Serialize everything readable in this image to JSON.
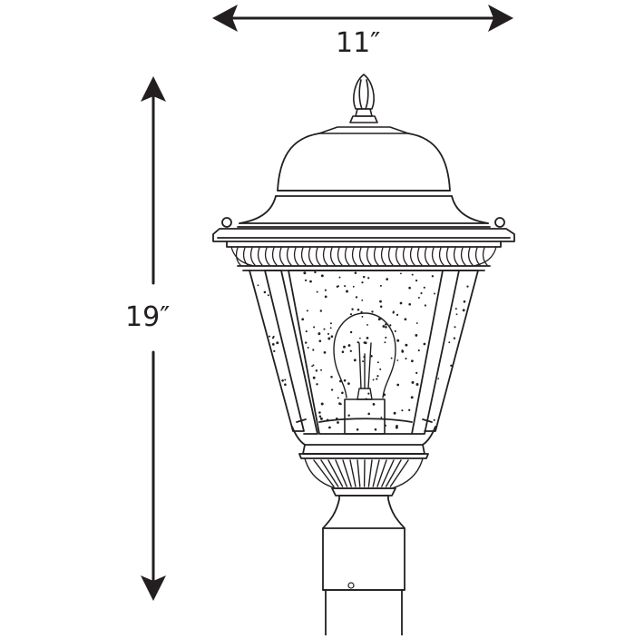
{
  "diagram": {
    "type": "product-dimension-drawing",
    "subject": "outdoor post lantern with seeded glass and clear bulb",
    "line_color": "#231f20",
    "background": "#ffffff",
    "dimensions": {
      "width": {
        "label": "11″",
        "value": 11,
        "unit": "in",
        "orientation": "horizontal"
      },
      "height": {
        "label": "19″",
        "value": 19,
        "unit": "in",
        "orientation": "vertical"
      }
    },
    "parts": [
      {
        "name": "finial"
      },
      {
        "name": "dome-cap"
      },
      {
        "name": "canopy-rim"
      },
      {
        "name": "fluted-gallery"
      },
      {
        "name": "seeded-glass-panels"
      },
      {
        "name": "bulb"
      },
      {
        "name": "socket"
      },
      {
        "name": "fluted-bottom-bowl"
      },
      {
        "name": "post-fitter"
      },
      {
        "name": "post"
      }
    ]
  }
}
